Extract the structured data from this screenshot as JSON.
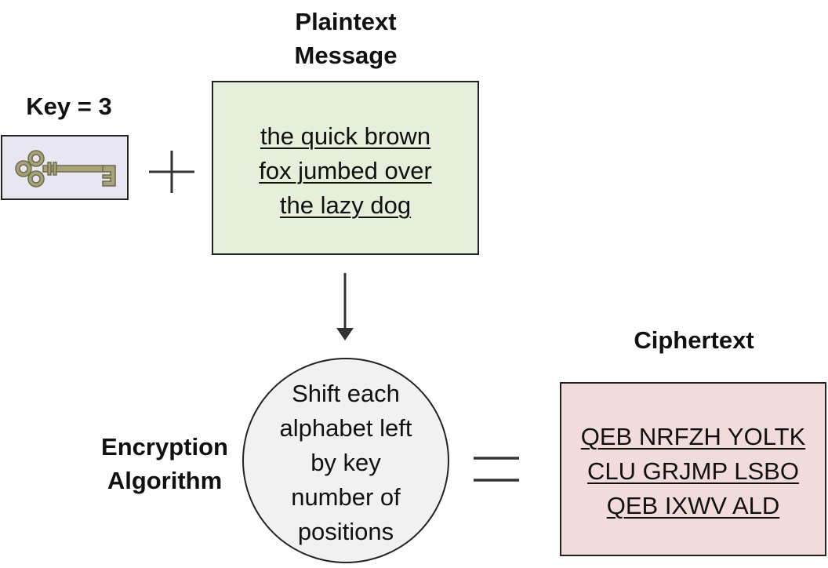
{
  "key": {
    "label": "Key = 3"
  },
  "plaintext": {
    "heading_lines": [
      "Plaintext",
      "Message"
    ],
    "message_lines": [
      "the quick brown",
      "fox jumbed over",
      "the lazy dog"
    ]
  },
  "algorithm": {
    "label_lines": [
      "Encryption",
      "Algorithm"
    ],
    "description_lines": [
      "Shift each",
      "alphabet left",
      "by key",
      "number of",
      "positions"
    ]
  },
  "ciphertext": {
    "heading": "Ciphertext",
    "message_lines": [
      "QEB NRFZH YOLTK",
      "CLU GRJMP LSBO",
      "QEB IXWV ALD"
    ]
  },
  "colors": {
    "key_box": "#e8e6f0",
    "plaintext_box": "#e5efd9",
    "algorithm_circle": "#f1f1f1",
    "ciphertext_box": "#f2dcdb",
    "key_icon": "#a8a27a"
  }
}
